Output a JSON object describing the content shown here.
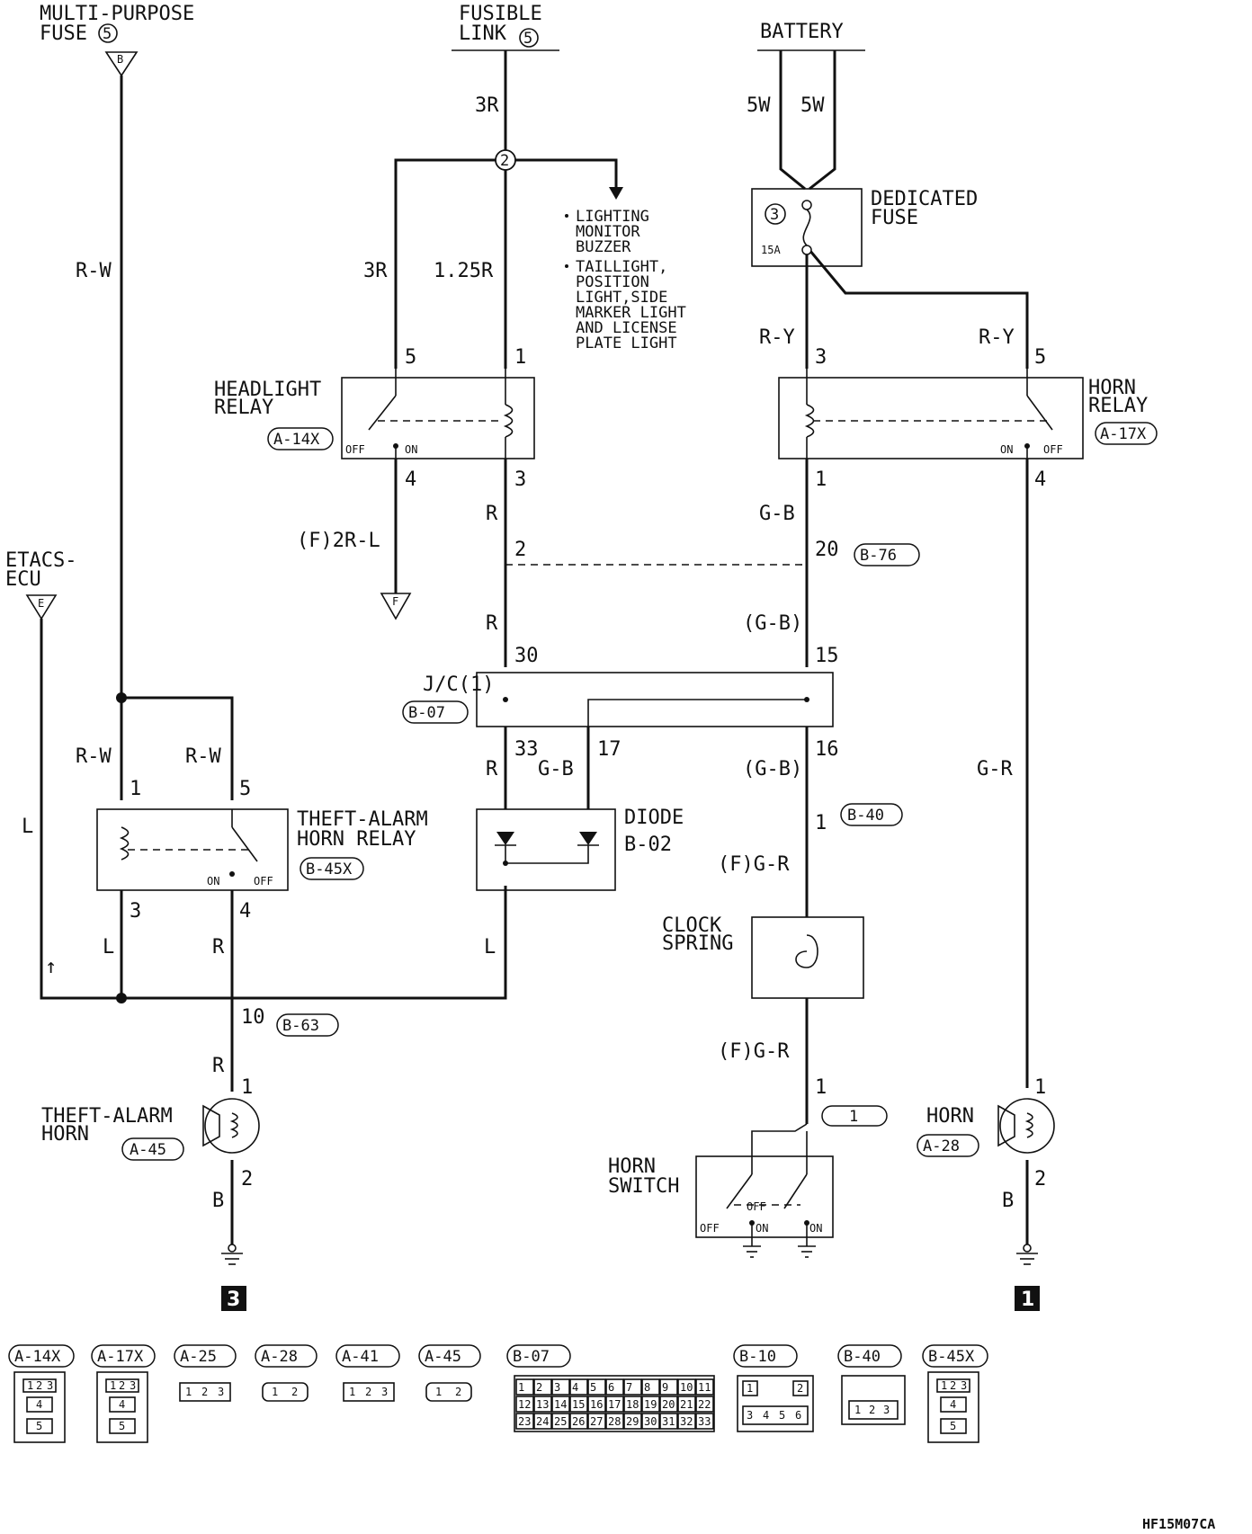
{
  "labels": {
    "multi_purpose_fuse": "MULTI-PURPOSE",
    "fuse_word": "FUSE",
    "fuse_number": "5",
    "fusible_link": "FUSIBLE",
    "link_word": "LINK",
    "fusible_number": "5",
    "battery": "BATTERY",
    "dedicated_fuse_1": "DEDICATED",
    "dedicated_fuse_2": "FUSE",
    "dedicated_fuse_num": "3",
    "dedicated_fuse_amp": "15A",
    "etacs_1": "ETACS-",
    "etacs_2": "ECU",
    "headlight_relay_1": "HEADLIGHT",
    "headlight_relay_2": "RELAY",
    "horn_relay_1": "HORN",
    "horn_relay_2": "RELAY",
    "theft_relay_1": "THEFT-ALARM",
    "theft_relay_2": "HORN RELAY",
    "diode_1": "DIODE",
    "diode_2": "B-02",
    "jc": "J/C(1)",
    "clock_spring_1": "CLOCK",
    "clock_spring_2": "SPRING",
    "theft_horn_1": "THEFT-ALARM",
    "theft_horn_2": "HORN",
    "horn": "HORN",
    "horn_switch_1": "HORN",
    "horn_switch_2": "SWITCH",
    "off": "OFF",
    "on": "ON",
    "bullet_1": "LIGHTING",
    "bullet_1b": "MONITOR",
    "bullet_1c": "BUZZER",
    "bullet_2": "TAILLIGHT,",
    "bullet_2b": "POSITION",
    "bullet_2c": "LIGHT,SIDE",
    "bullet_2d": "MARKER LIGHT",
    "bullet_2e": "AND LICENSE",
    "bullet_2f": "PLATE LIGHT",
    "ground_3": "3",
    "ground_1": "1",
    "footer": "HF15M07CA",
    "node_2": "2",
    "plug_B": "B",
    "plug_E": "E",
    "plug_F": "F",
    "switch_ref": "1",
    "arrow": "↑"
  },
  "wires": {
    "r_w_top": "R-W",
    "three_r": "3R",
    "three_r_b": "3R",
    "one25r": "1.25R",
    "five_w_a": "5W",
    "five_w_b": "5W",
    "r_y_a": "R-Y",
    "r_y_b": "R-Y",
    "f_2rl": "(F)2R-L",
    "r_a": "R",
    "r_b": "R",
    "gb_a": "G-B",
    "gb_b": "(G-B)",
    "gb_c": "(G-B)",
    "gb_d": "G-B",
    "gr": "G-R",
    "f_gr_a": "(F)G-R",
    "f_gr_b": "(F)G-R",
    "rw_a": "R-W",
    "rw_b": "R-W",
    "l_a": "L",
    "l_b": "L",
    "l_c": "L",
    "r_c": "R",
    "r_d": "R",
    "r_e": "R",
    "b_a": "B",
    "b_b": "B"
  },
  "pins": {
    "hl5": "5",
    "hl1": "1",
    "hl4": "4",
    "hl3": "3",
    "hr3": "3",
    "hr5": "5",
    "hr1": "1",
    "hr4": "4",
    "b76_20": "20",
    "b76_2": "2",
    "jc30": "30",
    "jc15": "15",
    "jc33": "33",
    "jc17": "17",
    "jc16": "16",
    "b40_1": "1",
    "ta1": "1",
    "ta5": "5",
    "ta3": "3",
    "ta4": "4",
    "b63_10": "10",
    "th1": "1",
    "th2": "2",
    "sw1": "1",
    "hn1": "1",
    "hn2": "2"
  },
  "refs": {
    "a14x": "A-14X",
    "a17x": "A-17X",
    "b76": "B-76",
    "b07": "B-07",
    "b45x": "B-45X",
    "b40": "B-40",
    "b63": "B-63",
    "a45": "A-45",
    "a28": "A-28"
  },
  "connectors": {
    "a14x": "A-14X",
    "a17x": "A-17X",
    "a25": "A-25",
    "a28": "A-28",
    "a41": "A-41",
    "a45": "A-45",
    "b07": "B-07",
    "b10": "B-10",
    "b40": "B-40",
    "b45x": "B-45X"
  },
  "connector_pins": {
    "row123": [
      "1",
      "2",
      "3"
    ],
    "p4": "4",
    "p5": "5",
    "p12": [
      "1",
      "2"
    ],
    "b07_row1": [
      "1",
      "2",
      "3",
      "4",
      "5",
      "6",
      "7",
      "8",
      "9",
      "10",
      "11"
    ],
    "b07_row2": [
      "12",
      "13",
      "14",
      "15",
      "16",
      "17",
      "18",
      "19",
      "20",
      "21",
      "22"
    ],
    "b07_row3": [
      "23",
      "24",
      "25",
      "26",
      "27",
      "28",
      "29",
      "30",
      "31",
      "32",
      "33"
    ],
    "b10_top": [
      "1",
      "2"
    ],
    "b10_bot": [
      "3",
      "4",
      "5",
      "6"
    ]
  }
}
